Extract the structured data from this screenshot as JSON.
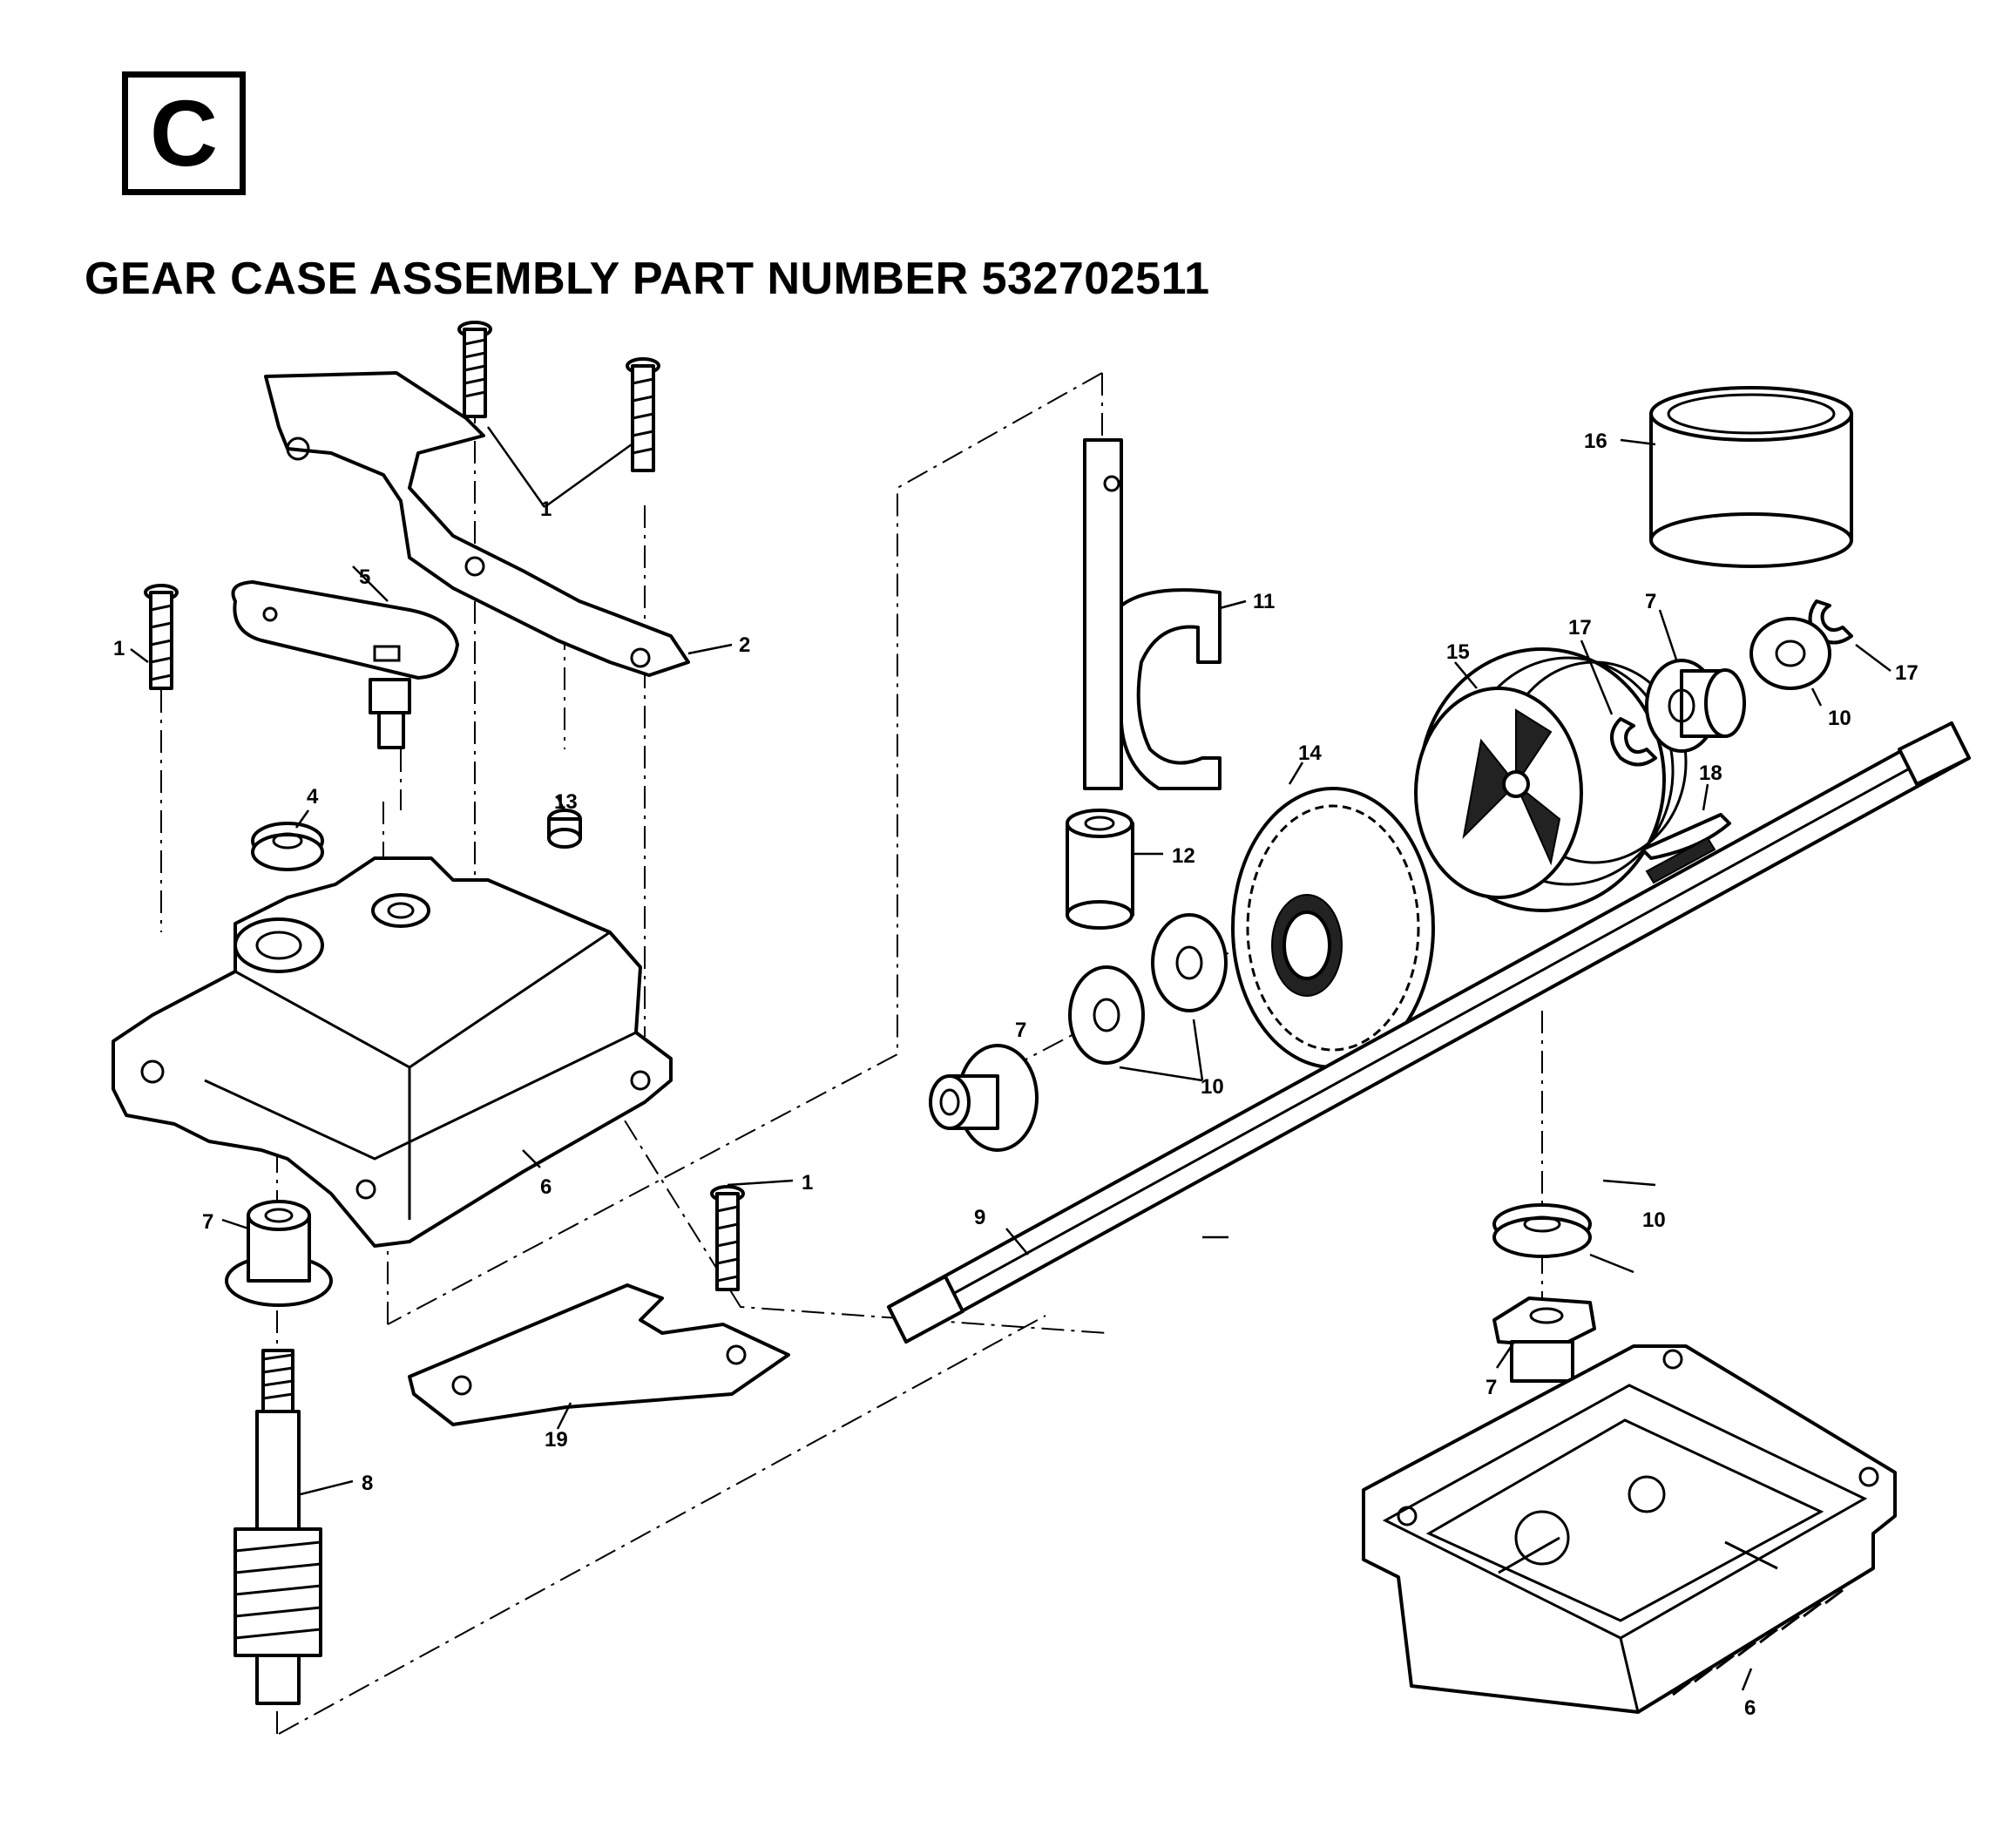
{
  "section": {
    "letter": "C"
  },
  "title": "GEAR CASE ASSEMBLY PART NUMBER 532702511",
  "callouts": {
    "c1a": "1",
    "c1b": "1",
    "c1c": "1",
    "c2": "2",
    "c4": "4",
    "c5": "5",
    "c6a": "6",
    "c6b": "6",
    "c7a": "7",
    "c7b": "7",
    "c7c": "7",
    "c7d": "7",
    "c8": "8",
    "c9": "9",
    "c10a": "10",
    "c10b": "10",
    "c10c": "10",
    "c11": "11",
    "c12": "12",
    "c13": "13",
    "c14": "14",
    "c15": "15",
    "c16": "16",
    "c17a": "17",
    "c17b": "17",
    "c18": "18",
    "c19": "19"
  }
}
